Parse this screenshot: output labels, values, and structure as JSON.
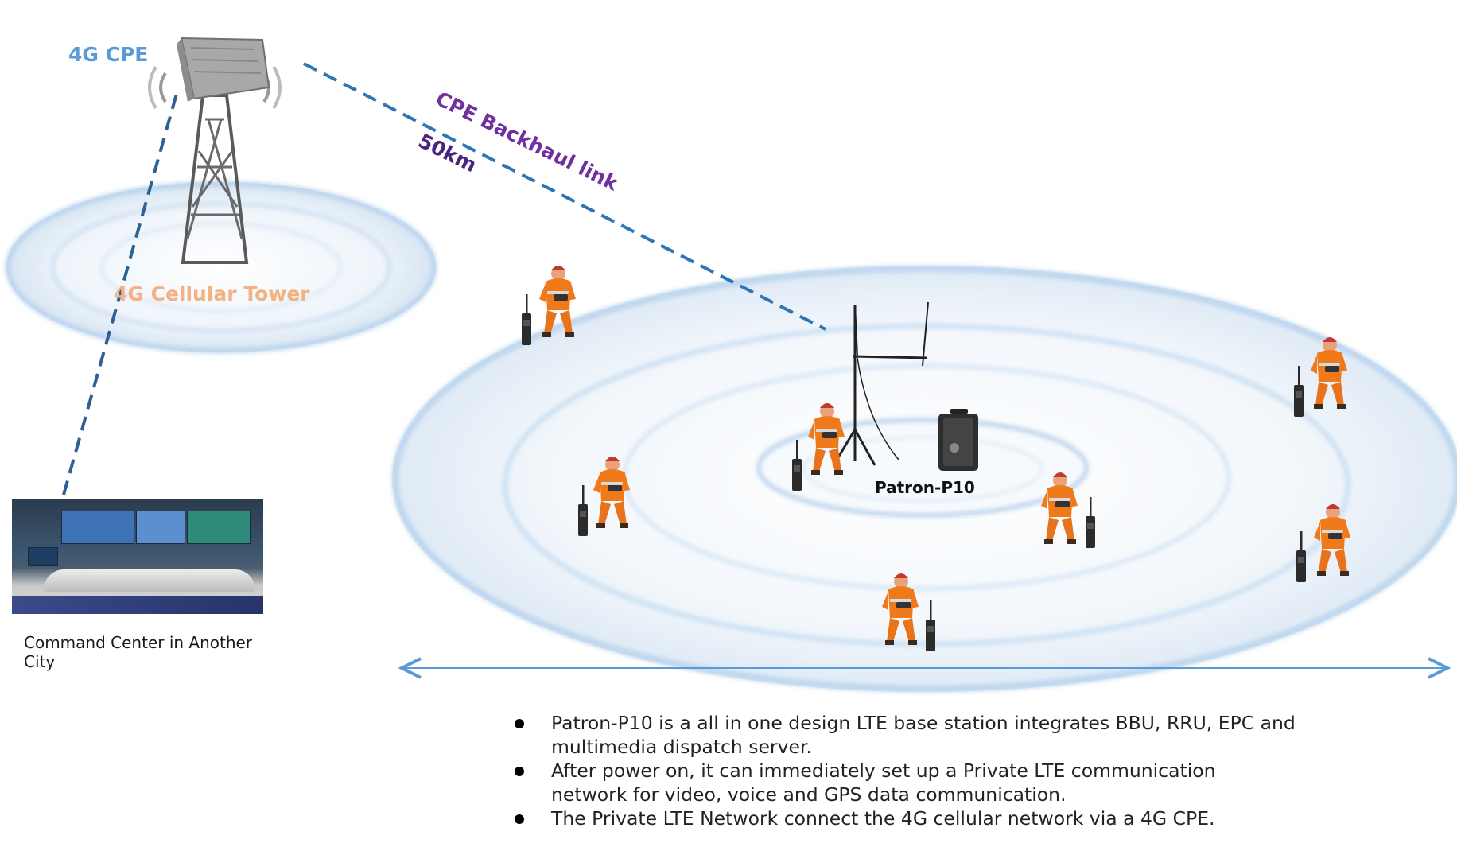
{
  "labels": {
    "cpe": "4G CPE",
    "backhaul": "CPE Backhaul link",
    "distance": "50km",
    "tower": "4G Cellular Tower",
    "station": "Patron-P10",
    "command_center": "Command Center in Another City"
  },
  "bullets": [
    {
      "line1": "Patron-P10 is a all in one design LTE base station integrates BBU, RRU, EPC and",
      "line2": "multimedia dispatch server."
    },
    {
      "line1": "After power on, it can immediately set up a  Private LTE communication",
      "line2": "network for video, voice and GPS data communication."
    },
    {
      "line1": "The Private LTE Network connect the 4G cellular network via a 4G CPE.",
      "line2": ""
    }
  ],
  "colors": {
    "cpe_label": "#5b9bd5",
    "backhaul_label": "#7030a0",
    "tower_label": "#f4b183",
    "link_line": "#2e75b6",
    "range_arrow": "#5b9bd5",
    "responder_suit": "#f07a1a"
  },
  "icons": [
    "cpe-device-icon",
    "cell-tower-icon",
    "antenna-tripod-icon",
    "base-station-case-icon",
    "radio-icon",
    "responder-icon"
  ]
}
